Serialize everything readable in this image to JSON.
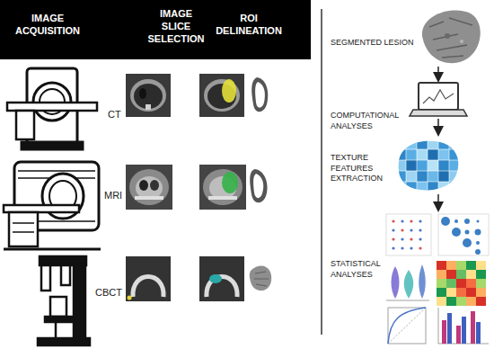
{
  "diagram": {
    "nodes": [
      {
        "text": [
          "IMAGE ACQUISITION",
          "IMAGE SLICE SELECTION",
          "ROI DELINEATION"
        ]
      }
    ],
    "labels": [
      "CT",
      "MRI",
      "CBCT",
      "SEGMENTED LESION",
      "COMPUTATIONAL ANALYSES",
      "TEXTURE FEATURES EXTRACTION",
      "STATISTICAL ANALYSES"
    ]
  }
}
